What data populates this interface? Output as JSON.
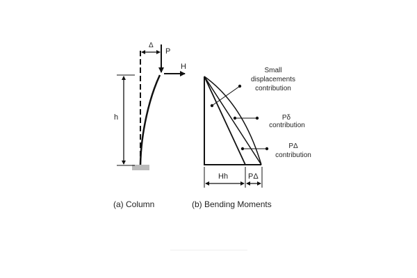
{
  "column": {
    "delta_label": "Δ",
    "load_p_label": "P",
    "load_h_label": "H",
    "height_label": "h",
    "caption": "(a) Column"
  },
  "moments": {
    "small_label_lines": [
      "Small",
      "displacements",
      "contribution"
    ],
    "p_delta_small_label": "Pδ",
    "p_delta_small_text": "contribution",
    "p_delta_large_label": "PΔ",
    "p_delta_large_text": "contribution",
    "hh_label": "Hh",
    "pdelta_dim_label": "PΔ",
    "caption": "(b) Bending Moments"
  },
  "colors": {
    "ink": "#111111",
    "base": "#bbbbbb"
  }
}
